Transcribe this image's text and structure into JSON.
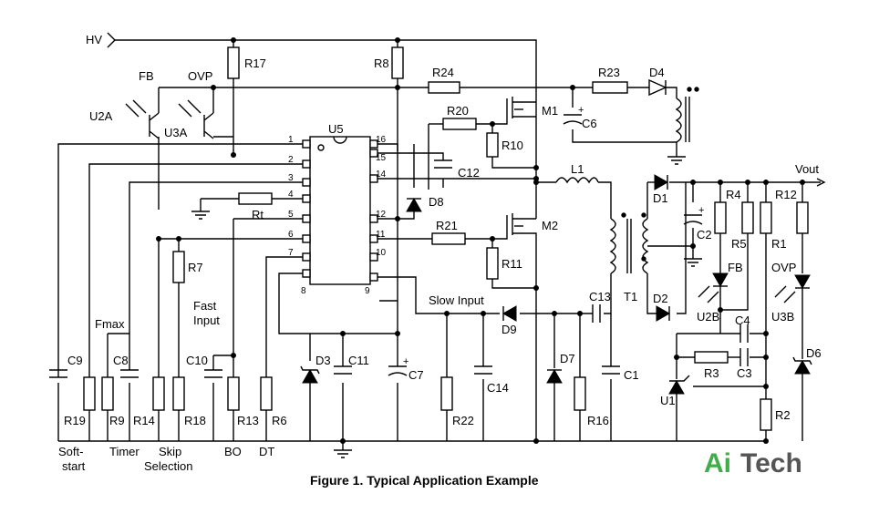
{
  "caption": "Figure 1. Typical Application Example",
  "logo": {
    "ai": "Ai",
    "tech": "Tech",
    "ai_color": "#3fae49",
    "tech_color": "#555555"
  },
  "labels": {
    "HV": "HV",
    "FB_top": "FB",
    "OVP_top": "OVP",
    "U2A": "U2A",
    "U3A": "U3A",
    "U5": "U5",
    "R17": "R17",
    "R8": "R8",
    "R24": "R24",
    "R23": "R23",
    "D4": "D4",
    "R20": "R20",
    "M1": "M1",
    "C6": "C6",
    "R10": "R10",
    "C12": "C12",
    "L1": "L1",
    "D8": "D8",
    "Rt": "Rt",
    "R21": "R21",
    "M2": "M2",
    "R11": "R11",
    "R7": "R7",
    "FastInput": "Fast\nInput",
    "SlowInput": "Slow Input",
    "C13": "C13",
    "D9": "D9",
    "T1": "T1",
    "D1": "D1",
    "C2": "C2",
    "D2": "D2",
    "Vout": "Vout",
    "R4": "R4",
    "R12": "R12",
    "R5": "R5",
    "R1": "R1",
    "FB_right": "FB",
    "OVP_right": "OVP",
    "U2B": "U2B",
    "U3B": "U3B",
    "C4": "C4",
    "R3": "R3",
    "C3": "C3",
    "U1": "U1",
    "R2": "R2",
    "D6": "D6",
    "Fmax": "Fmax",
    "C9": "C9",
    "C8": "C8",
    "C10": "C10",
    "D3": "D3",
    "C11": "C11",
    "C7": "C7",
    "C14": "C14",
    "D7": "D7",
    "C1": "C1",
    "R19": "R19",
    "R9": "R9",
    "R14": "R14",
    "R18": "R18",
    "R13": "R13",
    "R6": "R6",
    "R22": "R22",
    "R16": "R16",
    "SoftStart": "Soft-\nstart",
    "Timer": "Timer",
    "SkipSelection": "Skip\nSelection",
    "BO": "BO",
    "DT": "DT"
  },
  "pins_left": [
    "1",
    "2",
    "3",
    "4",
    "5",
    "6",
    "7",
    "8"
  ],
  "pins_right": [
    "16",
    "15",
    "14",
    "12",
    "11",
    "10",
    "9"
  ]
}
